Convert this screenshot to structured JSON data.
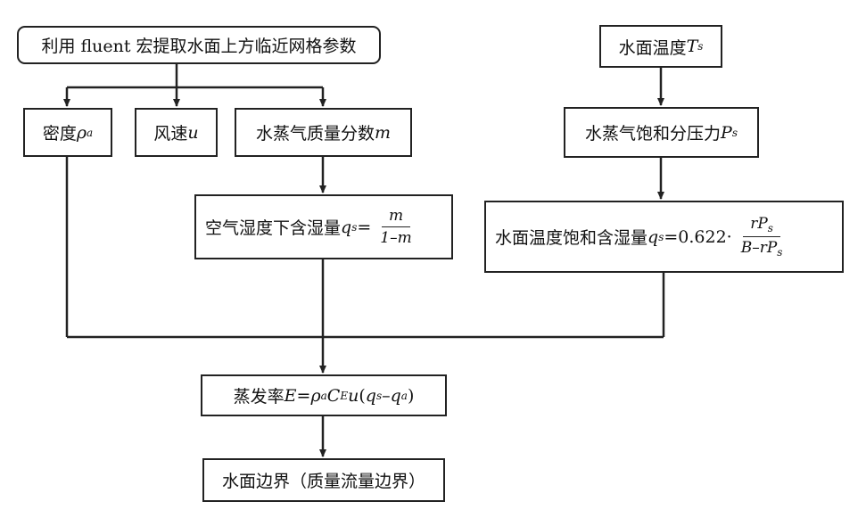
{
  "nodes": {
    "fluent": {
      "text": "利用 fluent 宏提取水面上方临近网格参数"
    },
    "density": {
      "text": "密度 ",
      "symbol": "ρ",
      "sub": "a"
    },
    "wind": {
      "text": "风速 ",
      "symbol": "u"
    },
    "mass_fraction": {
      "text": "水蒸气质量分数 ",
      "symbol": "m"
    },
    "air_humidity": {
      "text": "空气湿度下含湿量 ",
      "symbol": "q",
      "sub": "s",
      "eq": "=",
      "num": "m",
      "den": "1–m"
    },
    "water_temp": {
      "text": "水面温度 ",
      "symbol": "T",
      "sub": "s"
    },
    "sat_pressure": {
      "text": "水蒸气饱和分压力 ",
      "symbol": "P",
      "sub": "s"
    },
    "sat_humidity": {
      "text": "水面温度饱和含湿量 ",
      "symbol": "q",
      "sub": "s",
      "eq": "=0.622·",
      "num_a": "rP",
      "num_sub": "s",
      "den_a": "B–rP",
      "den_sub": "s"
    },
    "evaporation": {
      "text": "蒸发率 ",
      "lhs": "E",
      "eq": "=",
      "rho": "ρ",
      "rho_sub": "a",
      "c": "C",
      "c_sub": "E",
      "u": "u",
      "paren_open": "(",
      "q1": "q",
      "q1_sub": "s",
      "minus": "–",
      "q2": "q",
      "q2_sub": "a",
      "paren_close": ")"
    },
    "boundary": {
      "text": "水面边界（质量流量边界）"
    }
  }
}
